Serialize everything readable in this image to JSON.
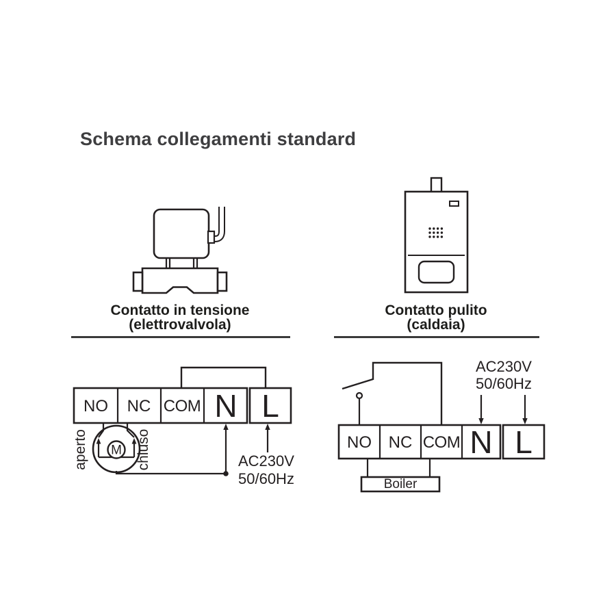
{
  "title": "Schema collegamenti standard",
  "colors": {
    "line": "#231f20",
    "title_text": "#3e3e40"
  },
  "left": {
    "caption_line1": "Contatto in tensione",
    "caption_line2": "(elettrovalvola)",
    "terminals": [
      "NO",
      "NC",
      "COM",
      "N",
      "L"
    ],
    "motor_label": "M",
    "label_open": "aperto",
    "label_closed": "chiuso",
    "power_line1": "AC230V",
    "power_line2": "50/60Hz"
  },
  "right": {
    "caption_line1": "Contatto pulito",
    "caption_line2": "(caldaia)",
    "terminals": [
      "NO",
      "NC",
      "COM",
      "N",
      "L"
    ],
    "boiler_label": "Boiler",
    "power_line1": "AC230V",
    "power_line2": "50/60Hz"
  }
}
